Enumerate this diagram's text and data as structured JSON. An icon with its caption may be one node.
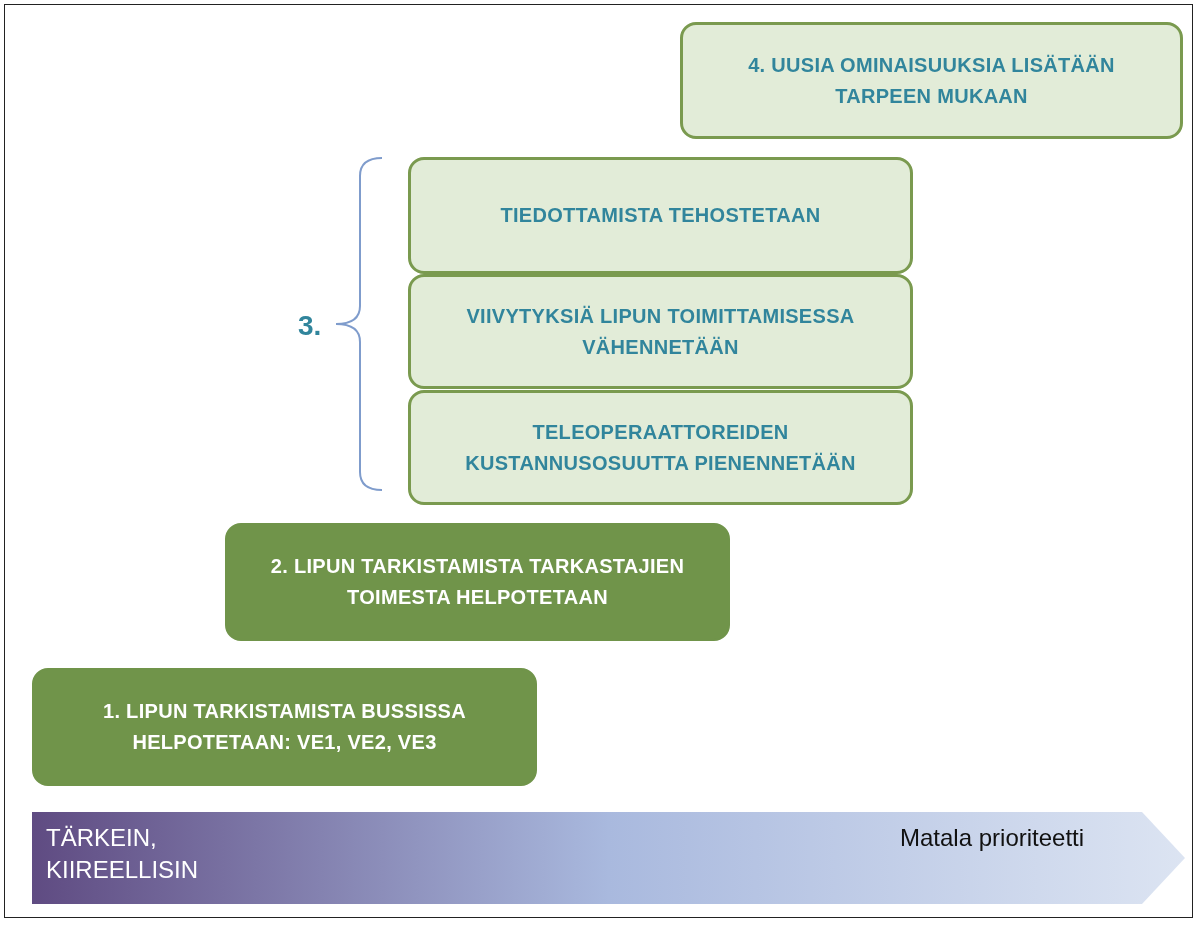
{
  "diagram": {
    "nodes": [
      {
        "text": [
          "4. UUSIA OMINAISUUKSIA LISÄTÄÄN TARPEEN MUKAAN"
        ]
      },
      {
        "text": [
          "TIEDOTTAMISTA TEHOSTETAAN"
        ]
      },
      {
        "text": [
          "VIIVYTYKSIÄ LIPUN TOIMITTAMISESSA VÄHENNETÄÄN"
        ]
      },
      {
        "text": [
          "TELEOPERAATTOREIDEN KUSTANNUSOSUUTTA PIENENNETÄÄN"
        ]
      },
      {
        "text": [
          "2. LIPUN TARKISTAMISTA TARKASTAJIEN TOIMESTA HELPOTETAAN"
        ]
      },
      {
        "text": [
          "1. LIPUN TARKISTAMISTA BUSSISSA HELPOTETAAN: VE1, VE2, VE3"
        ]
      },
      {
        "text": [
          "TÄRKEIN, KIIREELLISIN",
          "Matala prioriteetti"
        ]
      }
    ],
    "labels": [
      "3."
    ]
  }
}
